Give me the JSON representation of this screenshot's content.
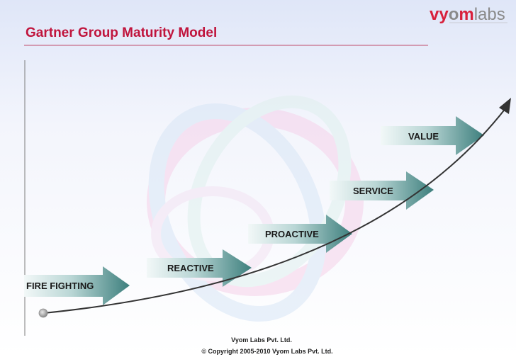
{
  "slide": {
    "title": "Gartner Group Maturity Model",
    "logo": {
      "part_a": "vy",
      "part_o": "o",
      "part_m": "m",
      "part_b": "labs"
    },
    "footer": {
      "company": "Vyom Labs Pvt. Ltd.",
      "copyright": "© Copyright 2005-2010 Vyom Labs Pvt. Ltd."
    }
  },
  "stages": [
    {
      "label": "FIRE FIGHTING"
    },
    {
      "label": "REACTIVE"
    },
    {
      "label": "PROACTIVE"
    },
    {
      "label": "SERVICE"
    },
    {
      "label": "VALUE"
    }
  ],
  "colors": {
    "title": "#c0143c",
    "logo_red": "#d8203c",
    "logo_gray": "#8a8a8a",
    "rule": "#c04a6a",
    "arrow_light": "#e8f2f2",
    "arrow_dark": "#3d7f7d",
    "curve": "#333333"
  }
}
